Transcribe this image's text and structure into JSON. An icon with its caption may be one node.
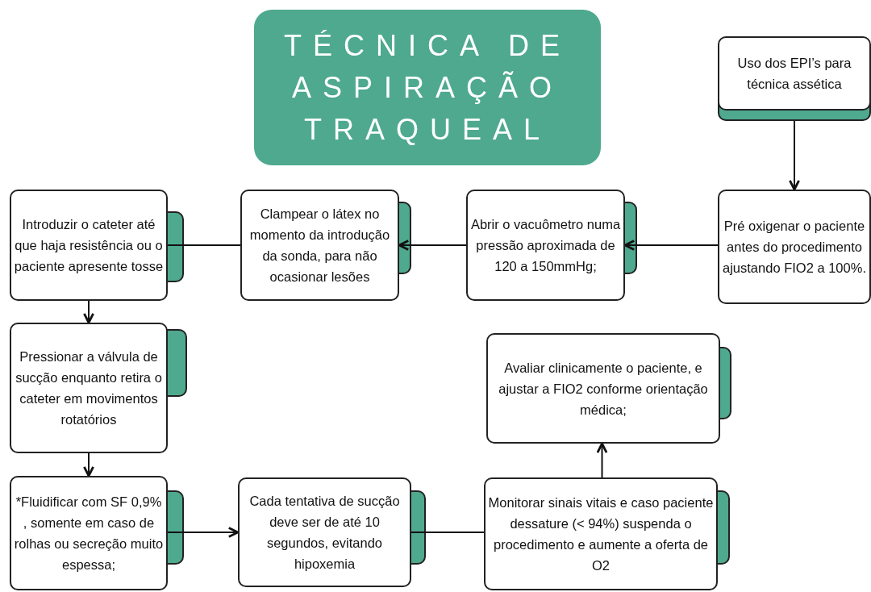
{
  "diagram": {
    "title": "TÉCNICA DE ASPIRAÇÃO TRAQUEAL",
    "nodes": [
      {
        "text": [
          "Uso dos EPI’s para técnica assética"
        ]
      },
      {
        "text": [
          "Pré oxigenar o paciente antes do procedimento ajustando  FIO2 a 100%."
        ]
      },
      {
        "text": [
          "Abrir o vacuômetro numa pressão aproximada de 120 a 150mmHg;"
        ]
      },
      {
        "text": [
          "Clampear o látex no momento da introdução da sonda, para não ocasionar lesões"
        ]
      },
      {
        "text": [
          "Introduzir o cateter até que haja resistência ou o paciente apresente tosse"
        ]
      },
      {
        "text": [
          "Pressionar a válvula de sucção enquanto retira o cateter em movimentos rotatórios"
        ]
      },
      {
        "text": [
          "*Fluidificar com SF 0,9% , somente em caso de rolhas ou secreção muito espessa;"
        ]
      },
      {
        "text": [
          "Cada tentativa de sucção deve ser de até 10 segundos, evitando hipoxemia"
        ]
      },
      {
        "text": [
          "Monitorar sinais vitais e caso paciente dessature (< 94%) suspenda o procedimento e aumente a oferta de O2"
        ]
      },
      {
        "text": [
          "Avaliar clinicamente o paciente, e ajustar a FIO2 conforme orientação médica;"
        ]
      }
    ],
    "edges": [
      {
        "from": 0,
        "to": 1,
        "arrow": "to"
      },
      {
        "from": 1,
        "to": 2,
        "arrow": "to"
      },
      {
        "from": 2,
        "to": 3,
        "arrow": "to"
      },
      {
        "from": 3,
        "to": 4,
        "arrow": "none"
      },
      {
        "from": 4,
        "to": 5,
        "arrow": "to"
      },
      {
        "from": 5,
        "to": 6,
        "arrow": "to"
      },
      {
        "from": 6,
        "to": 7,
        "arrow": "to"
      },
      {
        "from": 7,
        "to": 8,
        "arrow": "none"
      },
      {
        "from": 8,
        "to": 9,
        "arrow": "to"
      }
    ]
  }
}
